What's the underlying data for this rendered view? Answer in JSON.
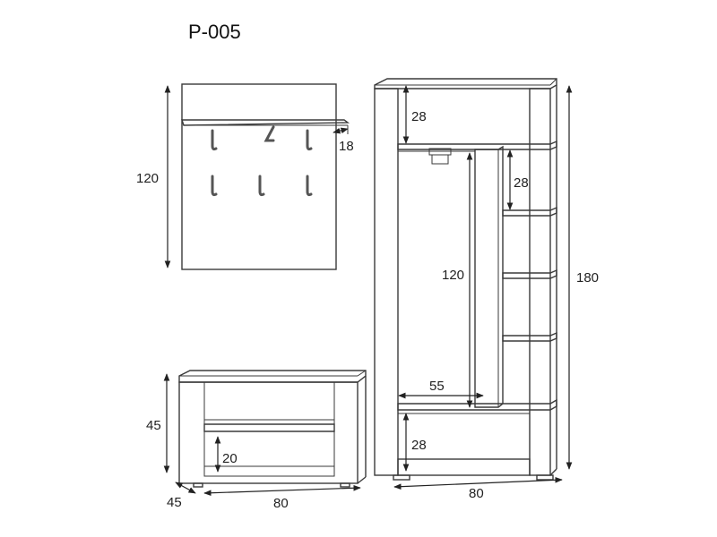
{
  "title": "P-005",
  "panel": {
    "height_label": "120",
    "shelf_depth_label": "18"
  },
  "bench": {
    "height_label": "45",
    "depth_label": "45",
    "width_label": "80",
    "inner_height_label": "20"
  },
  "wardrobe": {
    "height_label": "180",
    "width_label": "80",
    "top_compartment_label": "28",
    "shelf_spacing_label": "28",
    "hanging_height_label": "120",
    "hanging_width_label": "55",
    "bottom_compartment_label": "28"
  }
}
